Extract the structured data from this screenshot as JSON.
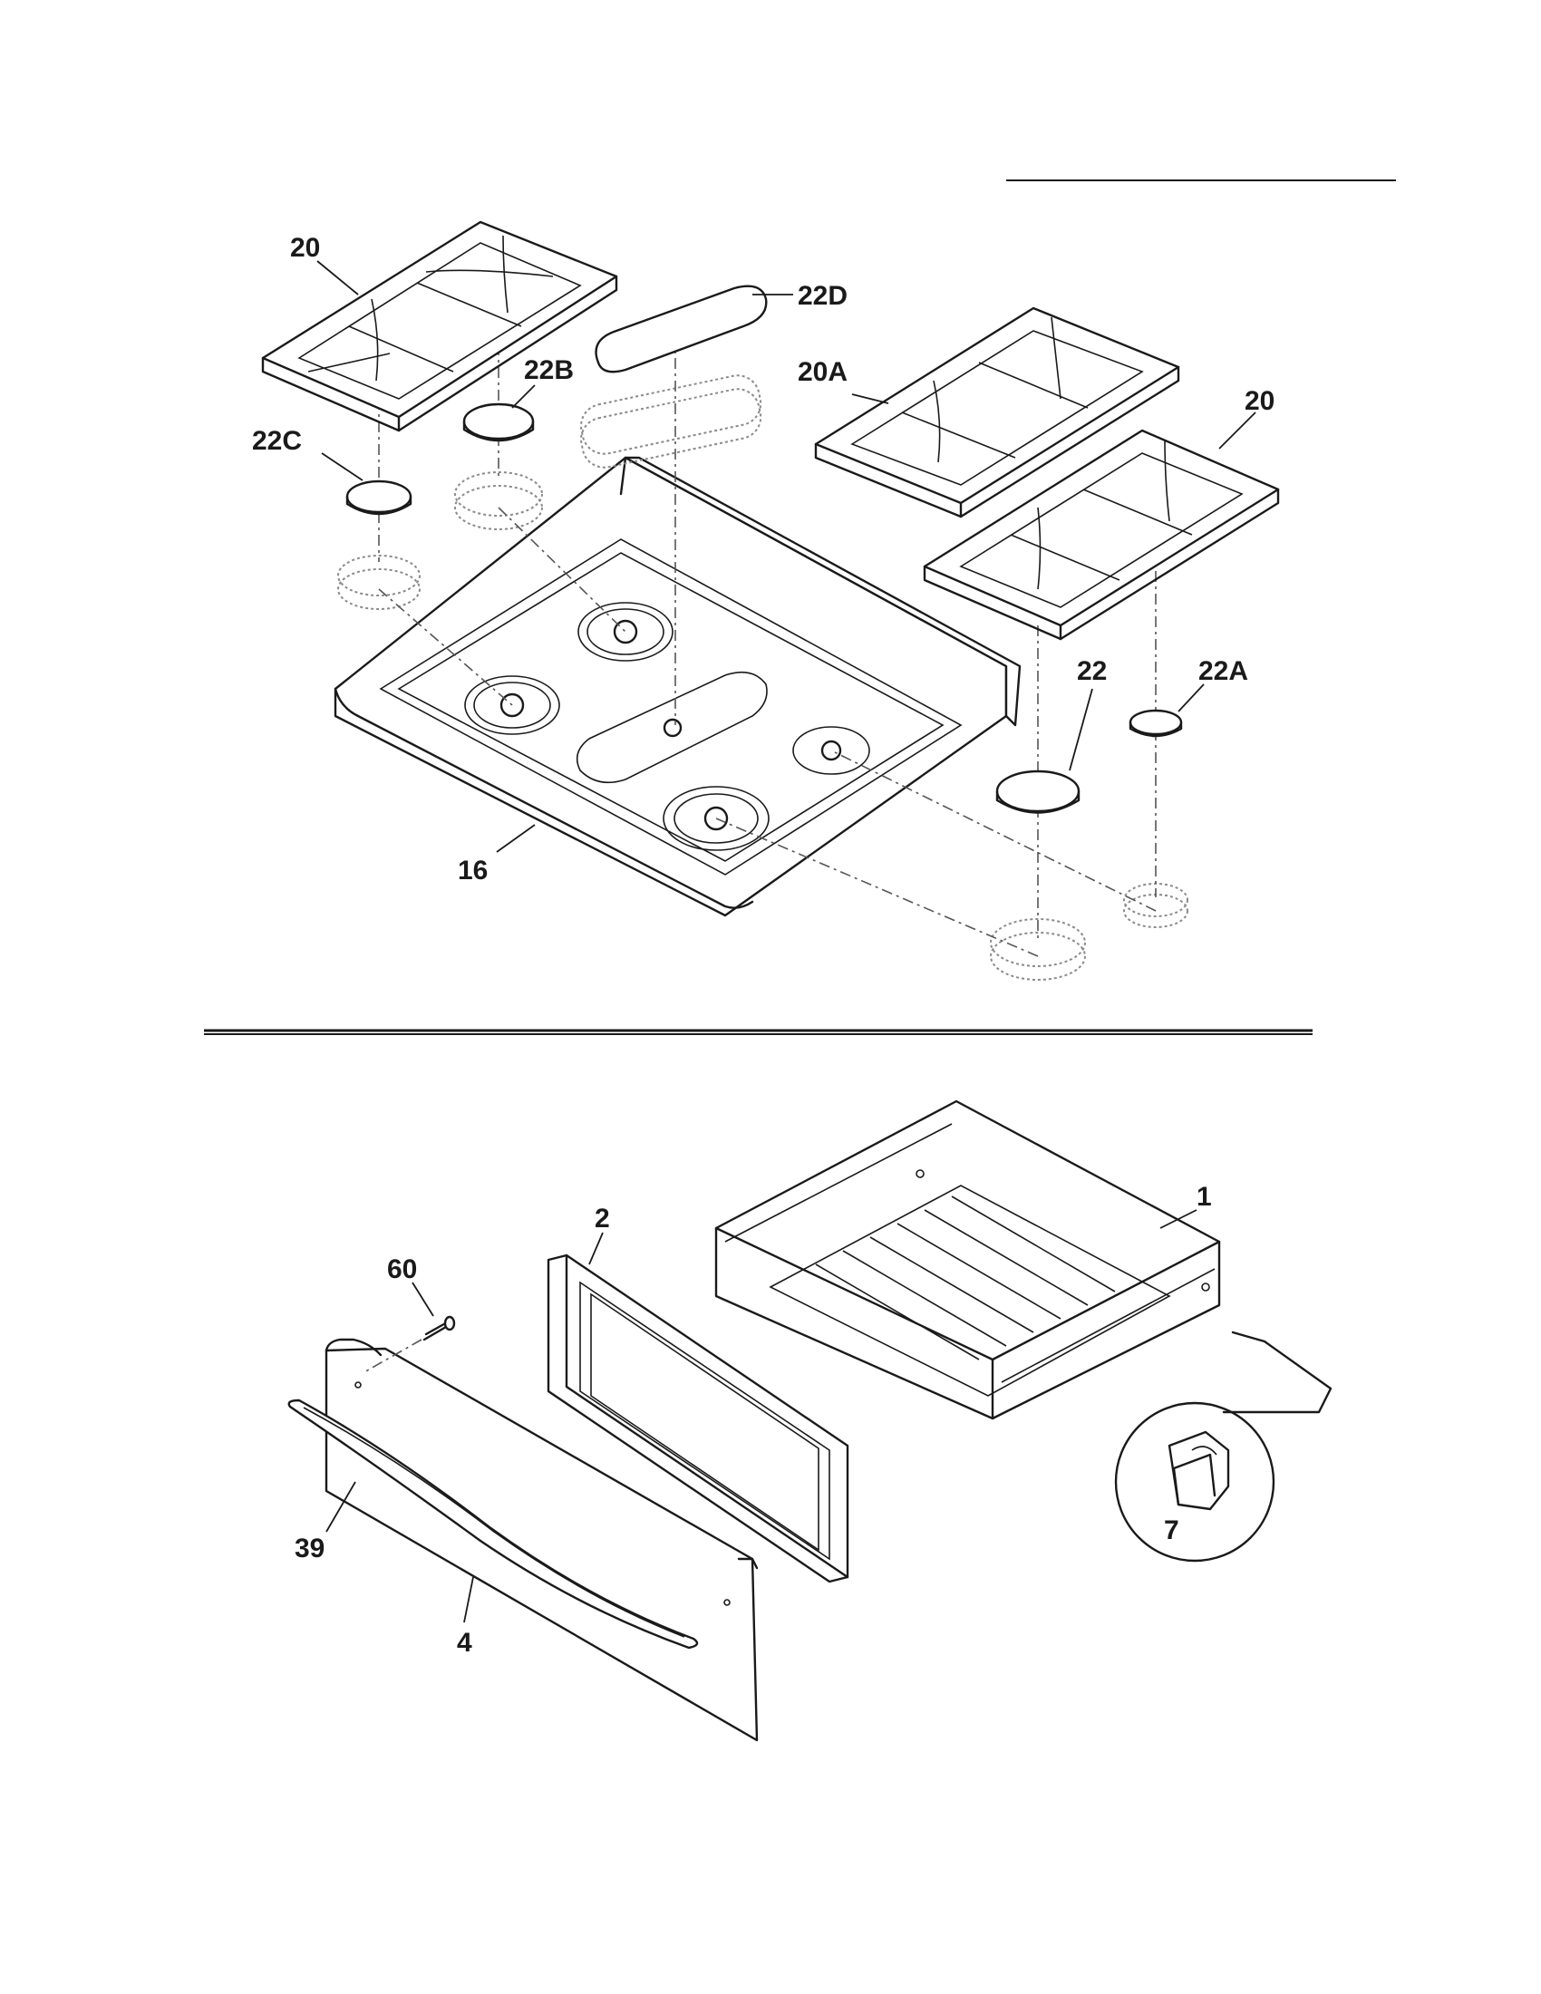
{
  "labels": {
    "grate_left": "20",
    "grate_right": "20",
    "grate_center": "20A",
    "cap_22": "22",
    "cap_22a": "22A",
    "cap_22b": "22B",
    "cap_22c": "22C",
    "cap_22d": "22D",
    "cooktop": "16",
    "drawer_body": "1",
    "drawer_liner": "2",
    "drawer_panel": "4",
    "screw": "60",
    "handle": "39",
    "clip": "7"
  },
  "colors": {
    "line": "#1a1a1a",
    "ghost": "#8a8a8a",
    "background": "#ffffff"
  }
}
